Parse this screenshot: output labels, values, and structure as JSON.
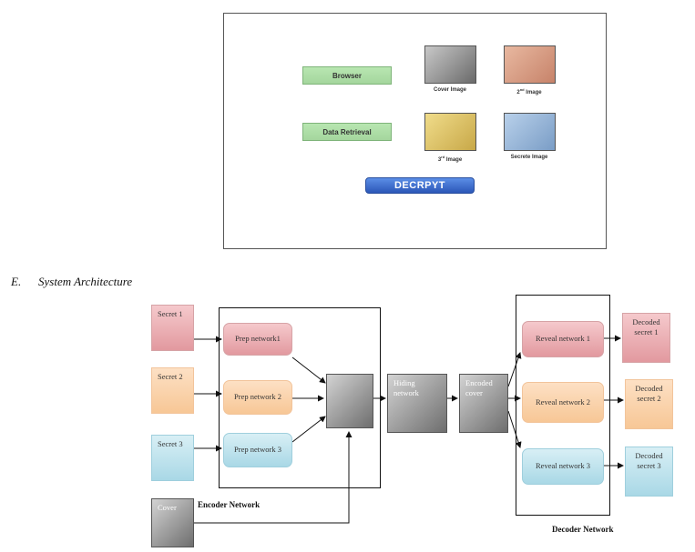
{
  "mockup": {
    "browser_label": "Browser",
    "data_retrieval_label": "Data Retrieval",
    "decrypt_label": "DECRPYT",
    "images": {
      "cover": "Cover Image",
      "second_num": "2",
      "second_sup": "nd",
      "second_text": " Image",
      "third_num": "3",
      "third_sup": "rd",
      "third_text": " Image",
      "secret": "Secrete Image"
    },
    "colors": {
      "cover": "#8c8c8c",
      "second": "#d99a7e",
      "third": "#e0c46a",
      "secret": "#8fb3d9"
    }
  },
  "section": {
    "number": "E.",
    "title": "System Architecture"
  },
  "diagram": {
    "secrets": [
      "Secret 1",
      "Secret 2",
      "Secret 3"
    ],
    "cover": "Cover",
    "prep": [
      "Prep network1",
      "Prep network 2",
      "Prep network 3"
    ],
    "hiding": [
      "Hiding",
      "network"
    ],
    "encoded": [
      "Encoded",
      "cover"
    ],
    "reveal": [
      "Reveal network 1",
      "Reveal network 2",
      "Reveal network 3"
    ],
    "decoded": [
      [
        "Decoded",
        "secret 1"
      ],
      [
        "Decoded",
        "secret 2"
      ],
      [
        "Decoded",
        "secret 3"
      ]
    ],
    "encoder_label": "Encoder Network",
    "decoder_label": "Decoder Network"
  }
}
